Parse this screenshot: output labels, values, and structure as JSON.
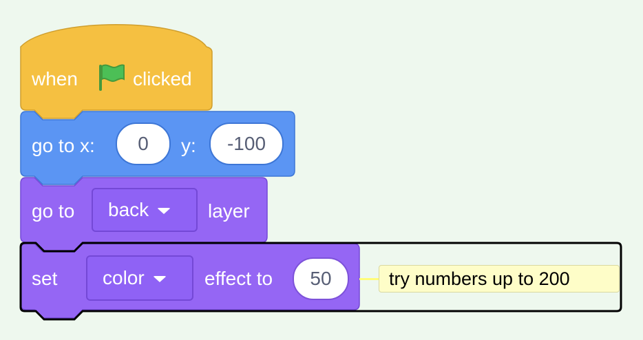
{
  "script": {
    "hat": {
      "when": "when",
      "clicked": "clicked",
      "flag_icon": "green-flag-icon"
    },
    "goto_xy": {
      "label": "go to x:",
      "x_value": "0",
      "y_label": "y:",
      "y_value": "-100"
    },
    "goto_layer": {
      "label": "go to",
      "layer_value": "back",
      "layer_suffix": "layer"
    },
    "set_effect": {
      "label": "set",
      "effect_value": "color",
      "effect_to": "effect to",
      "amount": "50"
    }
  },
  "comment": {
    "text": "try numbers up to 200"
  },
  "colors": {
    "background": "#eef8ee",
    "events": "#f5c041",
    "motion": "#5b95f3",
    "looks": "#9566f4",
    "comment": "#fefdc8",
    "selection_outline": "#000000"
  }
}
